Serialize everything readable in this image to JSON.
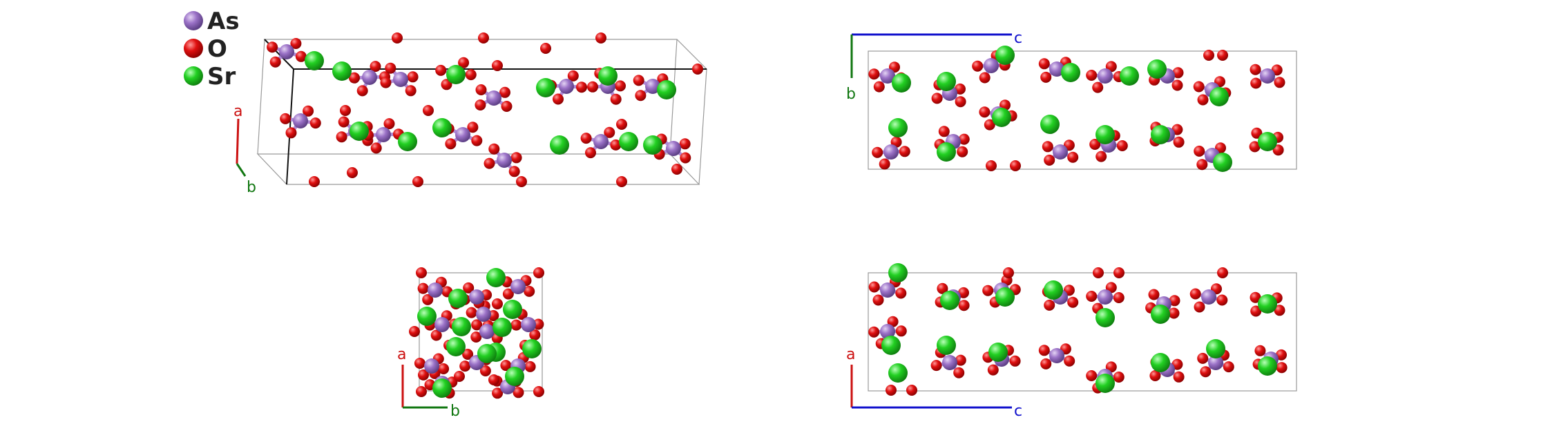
{
  "legend": [
    {
      "symbol": "As",
      "color": "#9b72c7"
    },
    {
      "symbol": "O",
      "color": "#e01010"
    },
    {
      "symbol": "Sr",
      "color": "#22d022"
    }
  ],
  "axes": {
    "a": {
      "label": "a",
      "color": "#cc1111"
    },
    "b": {
      "label": "b",
      "color": "#117711"
    },
    "c": {
      "label": "c",
      "color": "#1111cc"
    }
  },
  "panels": [
    {
      "id": "perspective",
      "axis_labels": [
        "a",
        "b"
      ]
    },
    {
      "id": "view-bc",
      "axis_labels": [
        "c",
        "b"
      ]
    },
    {
      "id": "view-ab",
      "axis_labels": [
        "a",
        "b"
      ]
    },
    {
      "id": "view-ac",
      "axis_labels": [
        "a",
        "c"
      ]
    }
  ]
}
